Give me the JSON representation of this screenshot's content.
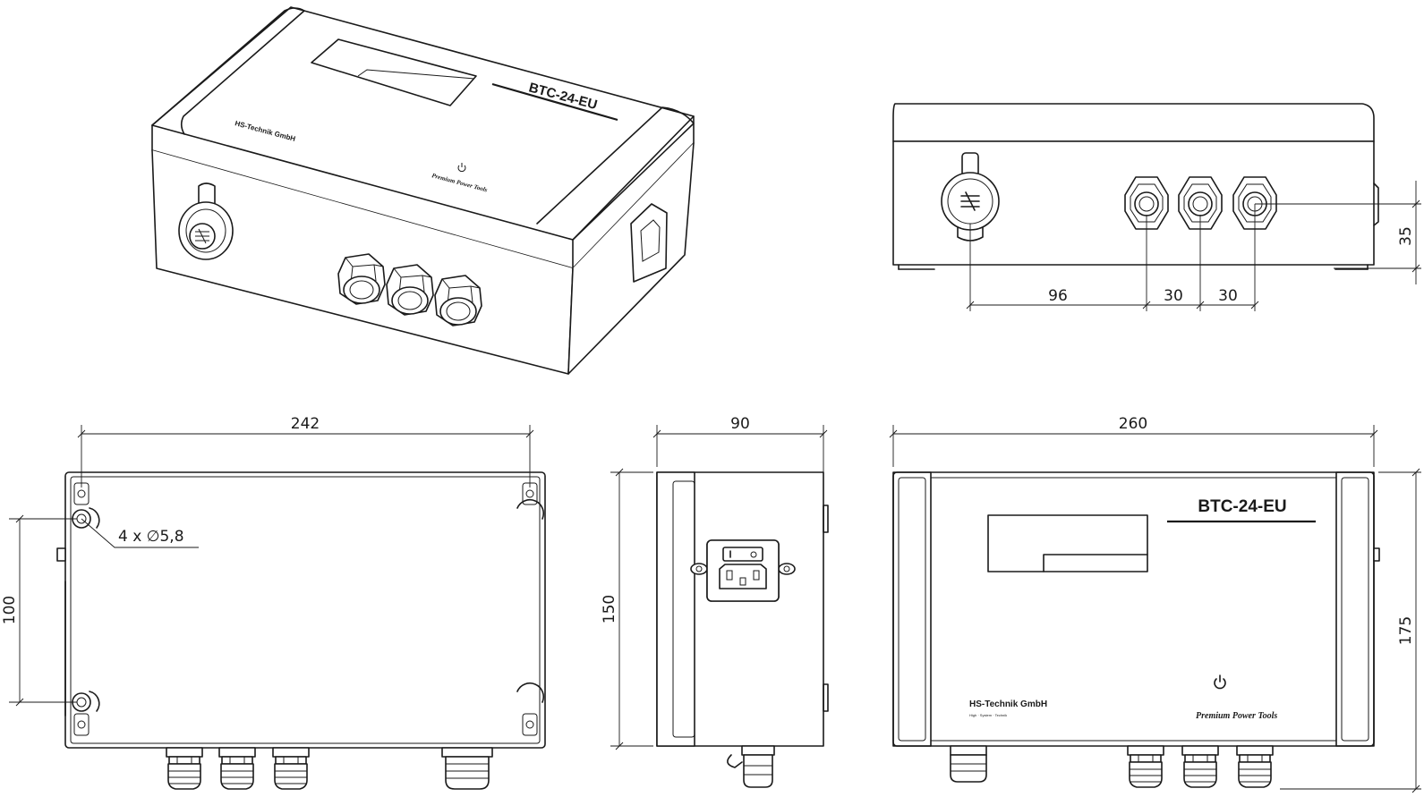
{
  "product": {
    "model": "BTC-24-EU",
    "slogan": "Premium Power Tools",
    "logo_text": "HS-Technik GmbH",
    "logo_subtext": "High · System · Technik"
  },
  "dimensions": {
    "top_width": "242",
    "hole_spacing": "100",
    "hole_callout": "4 x ∅5,8",
    "side_depth": "90",
    "side_height": "150",
    "front_width": "260",
    "front_height": "175",
    "gland_offset": "96",
    "gland_pitch_1": "30",
    "gland_pitch_2": "30",
    "gland_height": "35"
  },
  "views": [
    "isometric-view",
    "bottom-view",
    "top-view",
    "side-view",
    "front-view"
  ],
  "icons": [
    "power-icon",
    "power-socket-icon",
    "rocker-switch-icon",
    "connector-logo-icon",
    "cable-gland-icon"
  ]
}
